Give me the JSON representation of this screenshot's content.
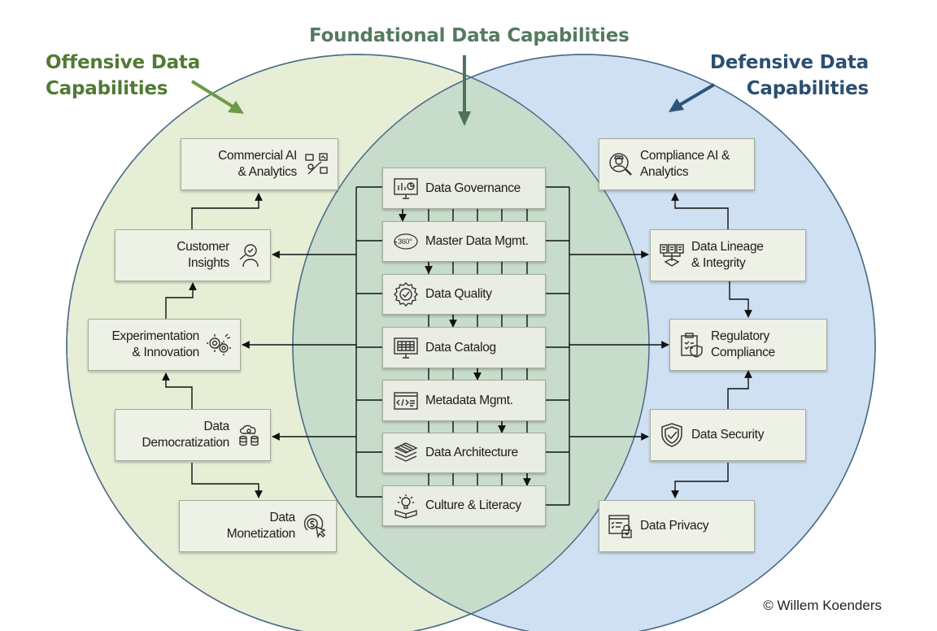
{
  "titles": {
    "offensive": "Offensive Data\nCapabilities",
    "foundational": "Foundational Data Capabilities",
    "defensive": "Defensive Data\nCapabilities"
  },
  "colors": {
    "offensive": "#517a34",
    "foundational": "#557a5f",
    "defensive": "#2b4f70",
    "left_circle": "#e6eed6",
    "right_circle": "#cfe0f3",
    "overlap": "#c8dccc"
  },
  "offensive": [
    {
      "label": "Commercial AI\n& Analytics",
      "icon": "analytics-robot-icon"
    },
    {
      "label": "Customer\nInsights",
      "icon": "customer-search-icon"
    },
    {
      "label": "Experimentation\n& Innovation",
      "icon": "innovation-gears-icon"
    },
    {
      "label": "Data\nDemocratization",
      "icon": "cloud-database-icon"
    },
    {
      "label": "Data\nMonetization",
      "icon": "dollar-click-icon"
    }
  ],
  "foundational": [
    {
      "label": "Data Governance",
      "icon": "dashboard-monitor-icon"
    },
    {
      "label": "Master Data Mgmt.",
      "icon": "360-view-icon"
    },
    {
      "label": "Data Quality",
      "icon": "quality-badge-icon"
    },
    {
      "label": "Data Catalog",
      "icon": "catalog-screen-icon"
    },
    {
      "label": "Metadata Mgmt.",
      "icon": "code-window-icon"
    },
    {
      "label": "Data Architecture",
      "icon": "layers-icon"
    },
    {
      "label": "Culture & Literacy",
      "icon": "lightbulb-book-icon"
    }
  ],
  "defensive": [
    {
      "label": "Compliance AI &\nAnalytics",
      "icon": "compliance-agent-icon"
    },
    {
      "label": "Data Lineage\n& Integrity",
      "icon": "lineage-files-icon"
    },
    {
      "label": "Regulatory\nCompliance",
      "icon": "clipboard-shield-icon"
    },
    {
      "label": "Data Security",
      "icon": "shield-check-icon"
    },
    {
      "label": "Data Privacy",
      "icon": "lock-form-icon"
    }
  ],
  "credit": "© Willem Koenders"
}
